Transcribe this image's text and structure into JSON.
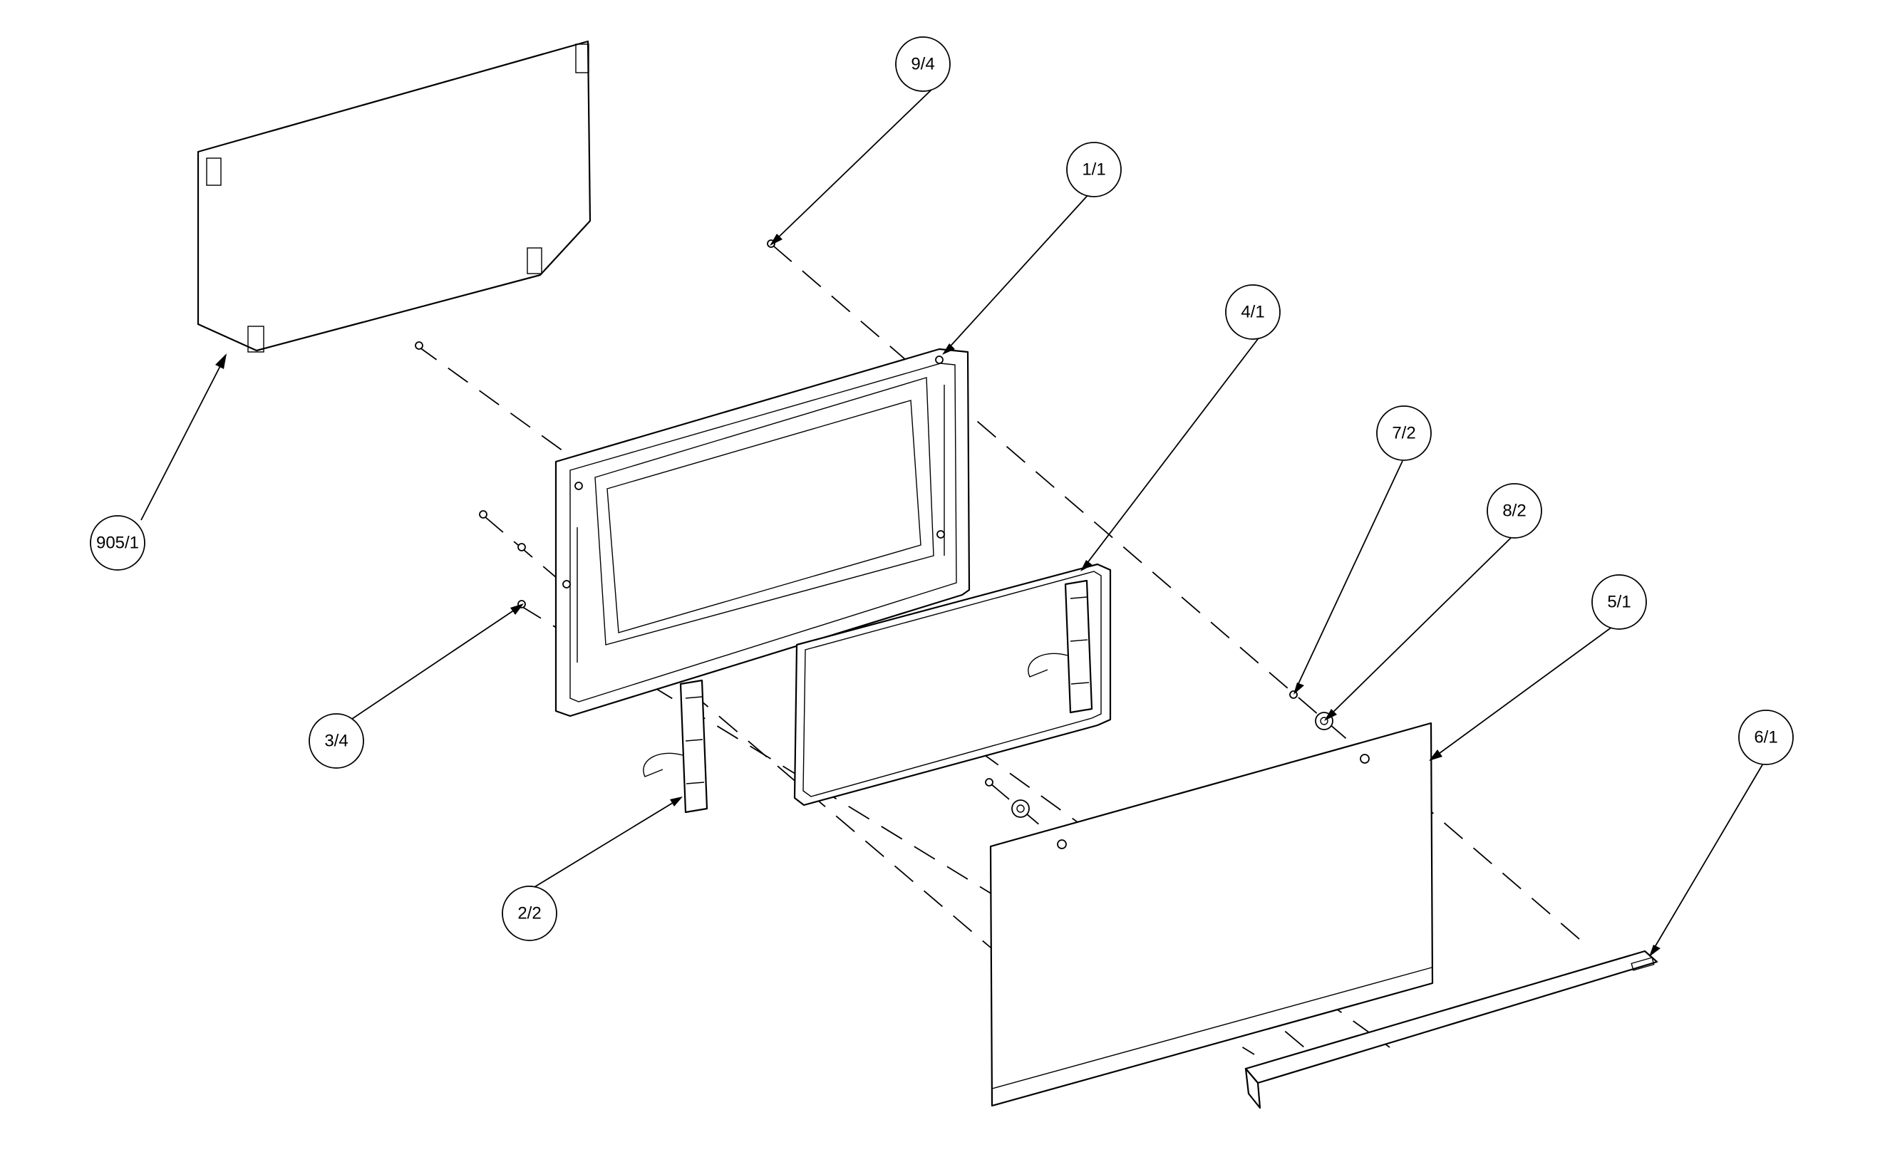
{
  "diagram": {
    "callouts": [
      {
        "id": "905-1",
        "label": "905/1"
      },
      {
        "id": "9-4",
        "label": "9/4"
      },
      {
        "id": "1-1",
        "label": "1/1"
      },
      {
        "id": "4-1",
        "label": "4/1"
      },
      {
        "id": "7-2",
        "label": "7/2"
      },
      {
        "id": "8-2",
        "label": "8/2"
      },
      {
        "id": "5-1",
        "label": "5/1"
      },
      {
        "id": "6-1",
        "label": "6/1"
      },
      {
        "id": "3-4",
        "label": "3/4"
      },
      {
        "id": "2-2",
        "label": "2/2"
      }
    ]
  }
}
